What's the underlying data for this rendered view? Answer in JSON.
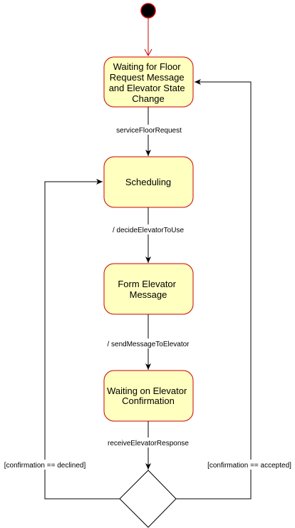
{
  "colors": {
    "state_fill": "#ffffc0",
    "state_stroke": "#cc0000",
    "initial_fill": "#000000",
    "initial_stroke": "#cc0000",
    "edge": "#000000",
    "initial_edge": "#cc0000",
    "label_bg": "#ffffff"
  },
  "states": {
    "waiting_request": {
      "lines": [
        "Waiting for Floor",
        "Request Message",
        "and Elevator State",
        "Change"
      ]
    },
    "scheduling": {
      "lines": [
        "Scheduling"
      ]
    },
    "form_message": {
      "lines": [
        "Form Elevator",
        "Message"
      ]
    },
    "waiting_confirmation": {
      "lines": [
        "Waiting on Elevator",
        "Confirmation"
      ]
    }
  },
  "transitions": {
    "service_floor_request": "serviceFloorRequest",
    "decide_elevator": "/ decideElevatorToUse",
    "send_message": "/ sendMessageToElevator",
    "receive_response": "receiveElevatorResponse",
    "guard_declined": "[confirmation == declined]",
    "guard_accepted": "[confirmation == accepted]"
  }
}
